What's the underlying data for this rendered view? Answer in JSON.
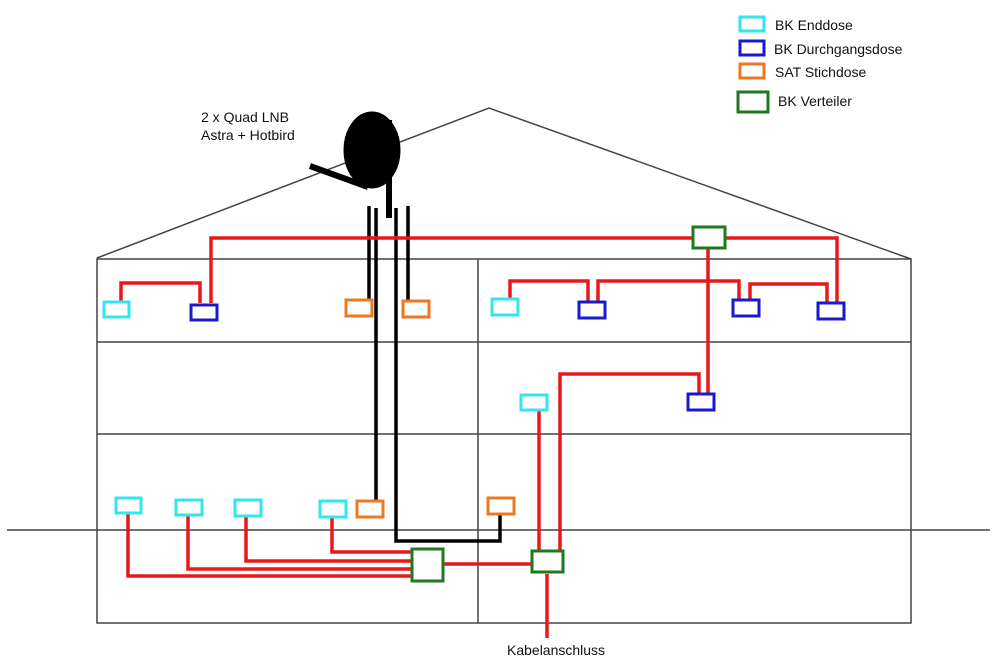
{
  "title_note": {
    "line1": "2 x Quad LNB",
    "line2": "Astra + Hotbird"
  },
  "legend": [
    {
      "key": "bk_enddose",
      "label": "BK Enddose",
      "color": "#33e6ee"
    },
    {
      "key": "bk_durchgangsdose",
      "label": "BK Durchgangsdose",
      "color": "#1a1acc"
    },
    {
      "key": "sat_stichdose",
      "label": "SAT Stichdose",
      "color": "#ee7722"
    },
    {
      "key": "bk_verteiler",
      "label": "BK Verteiler",
      "color": "#1f7a1f"
    }
  ],
  "cable_colors": {
    "bk_cable": "#e81818",
    "sat_cable": "#000000",
    "building": "#444444"
  },
  "labels": {
    "kabelanschluss": "Kabelanschluss"
  },
  "devices": {
    "top_floor": [
      "bk_enddose",
      "bk_durchgangsdose",
      "sat_stichdose",
      "sat_stichdose",
      "bk_enddose",
      "bk_durchgangsdose",
      "bk_durchgangsdose",
      "bk_durchgangsdose"
    ],
    "middle_floor": [
      "bk_enddose",
      "bk_durchgangsdose"
    ],
    "ground_floor": [
      "bk_enddose",
      "bk_enddose",
      "bk_enddose",
      "bk_enddose",
      "sat_stichdose",
      "sat_stichdose"
    ],
    "distributors": [
      "bk_verteiler",
      "bk_verteiler",
      "bk_verteiler"
    ]
  }
}
